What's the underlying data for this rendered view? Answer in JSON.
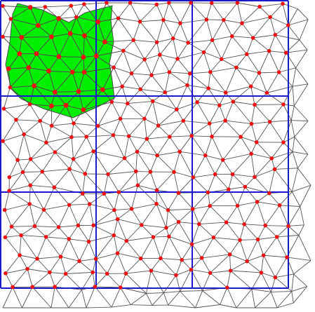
{
  "figure": {
    "kind": "triangulated-mesh-partition",
    "grid": {
      "rows": 3,
      "cols": 3
    },
    "highlighted_cell": {
      "row": 0,
      "col": 0
    },
    "colors": {
      "background": "#ffffff",
      "mesh_edge": "#555555",
      "node": "#ee1111",
      "highlight_fill": "#00ee00",
      "grid_line": "#1a1acc"
    }
  }
}
